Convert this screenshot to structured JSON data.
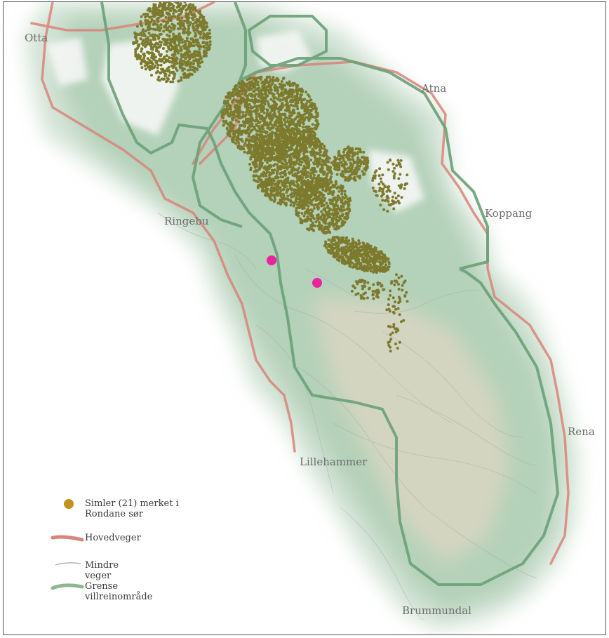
{
  "map": {
    "places": [
      {
        "id": "otta",
        "name": "Otta"
      },
      {
        "id": "atna",
        "name": "Atna"
      },
      {
        "id": "ringebu",
        "name": "Ringebu"
      },
      {
        "id": "koppang",
        "name": "Koppang"
      },
      {
        "id": "rena",
        "name": "Rena"
      },
      {
        "id": "lillehammer",
        "name": "Lillehammer"
      },
      {
        "id": "brummundal",
        "name": "Brummundal"
      }
    ],
    "colors": {
      "gps_points": "#7d7a2e",
      "marker": "#e8259c",
      "main_road": "#d9847a",
      "minor_road": "#a8a8a8",
      "boundary": "#6aa178",
      "terrain": "#9cc2a2",
      "legend_dot": "#c4921a"
    }
  },
  "legend": {
    "simler": "Simler (21) merket i\nRondane sør",
    "hovedveger": "Hovedveger",
    "mindre_veger": "Mindre\nveger",
    "grense": "Grense villreinområde"
  }
}
